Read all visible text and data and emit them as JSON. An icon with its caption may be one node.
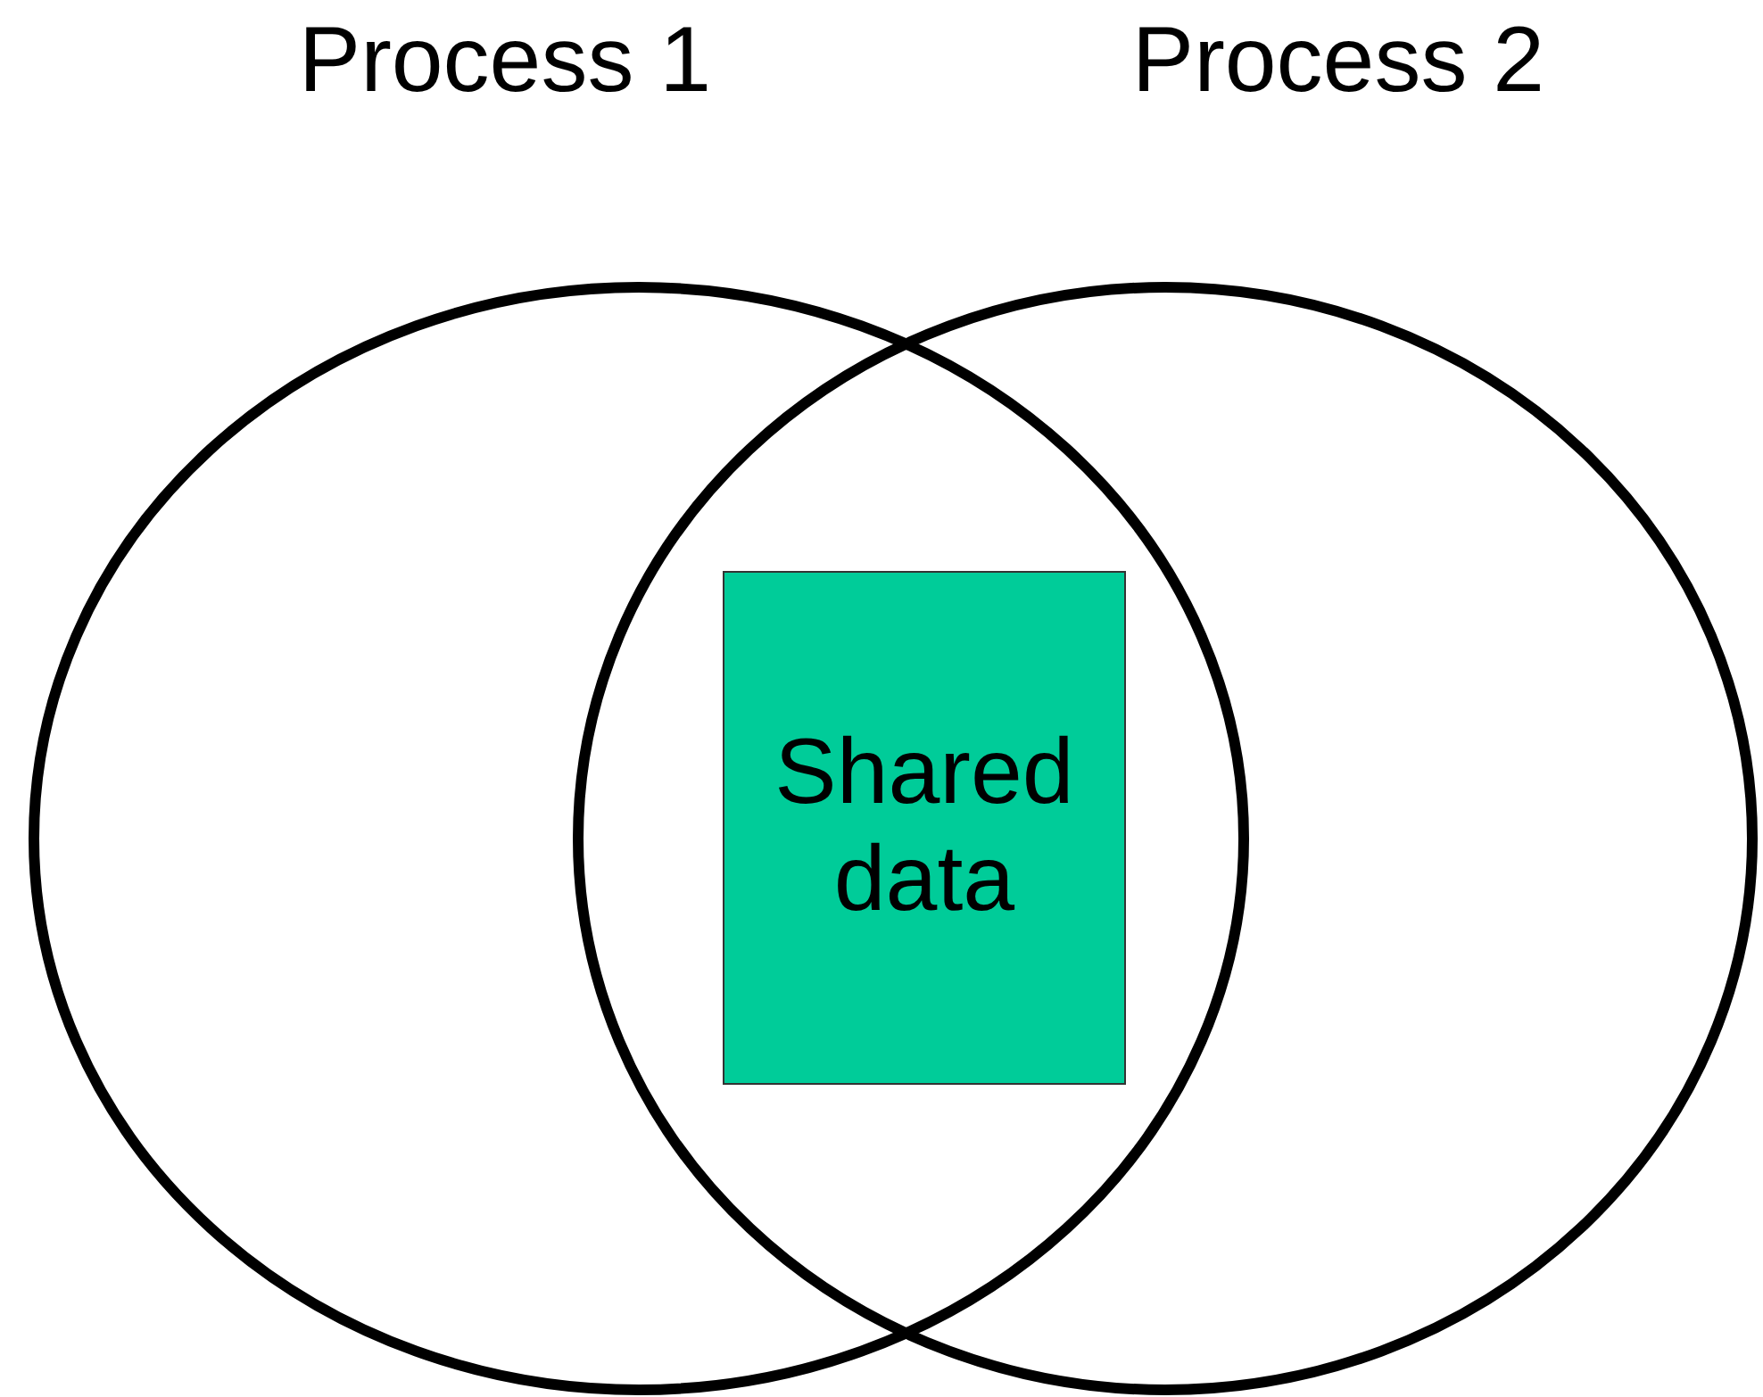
{
  "diagram": {
    "nodes": [
      {
        "text": [
          "Process 1"
        ]
      },
      {
        "text": [
          "Process 2"
        ]
      },
      {
        "text": [
          "Shared data"
        ]
      }
    ]
  }
}
